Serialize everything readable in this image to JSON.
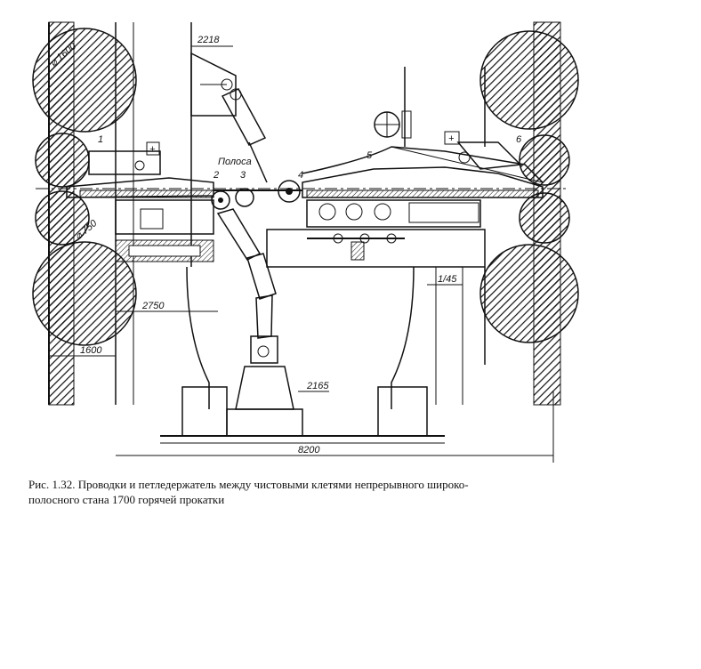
{
  "figure": {
    "caption_line1": "Рис. 1.32. Проводки и петледержатель между чистовыми клетями непрерывного широко-",
    "caption_line2": "полосного стана 1700 горячей прокатки"
  },
  "dimensions": {
    "d2218": "2218",
    "d2750": "2750",
    "d1600": "1600",
    "d2165": "2165",
    "d8200": "8200",
    "dia1600": "⌀ 1600",
    "dia750": "⌀ 750",
    "ratio": "1/45"
  },
  "labels": {
    "strip": "Полоса",
    "n1": "1",
    "n2": "2",
    "n3": "3",
    "n4": "4",
    "n5": "5",
    "n6": "6"
  }
}
